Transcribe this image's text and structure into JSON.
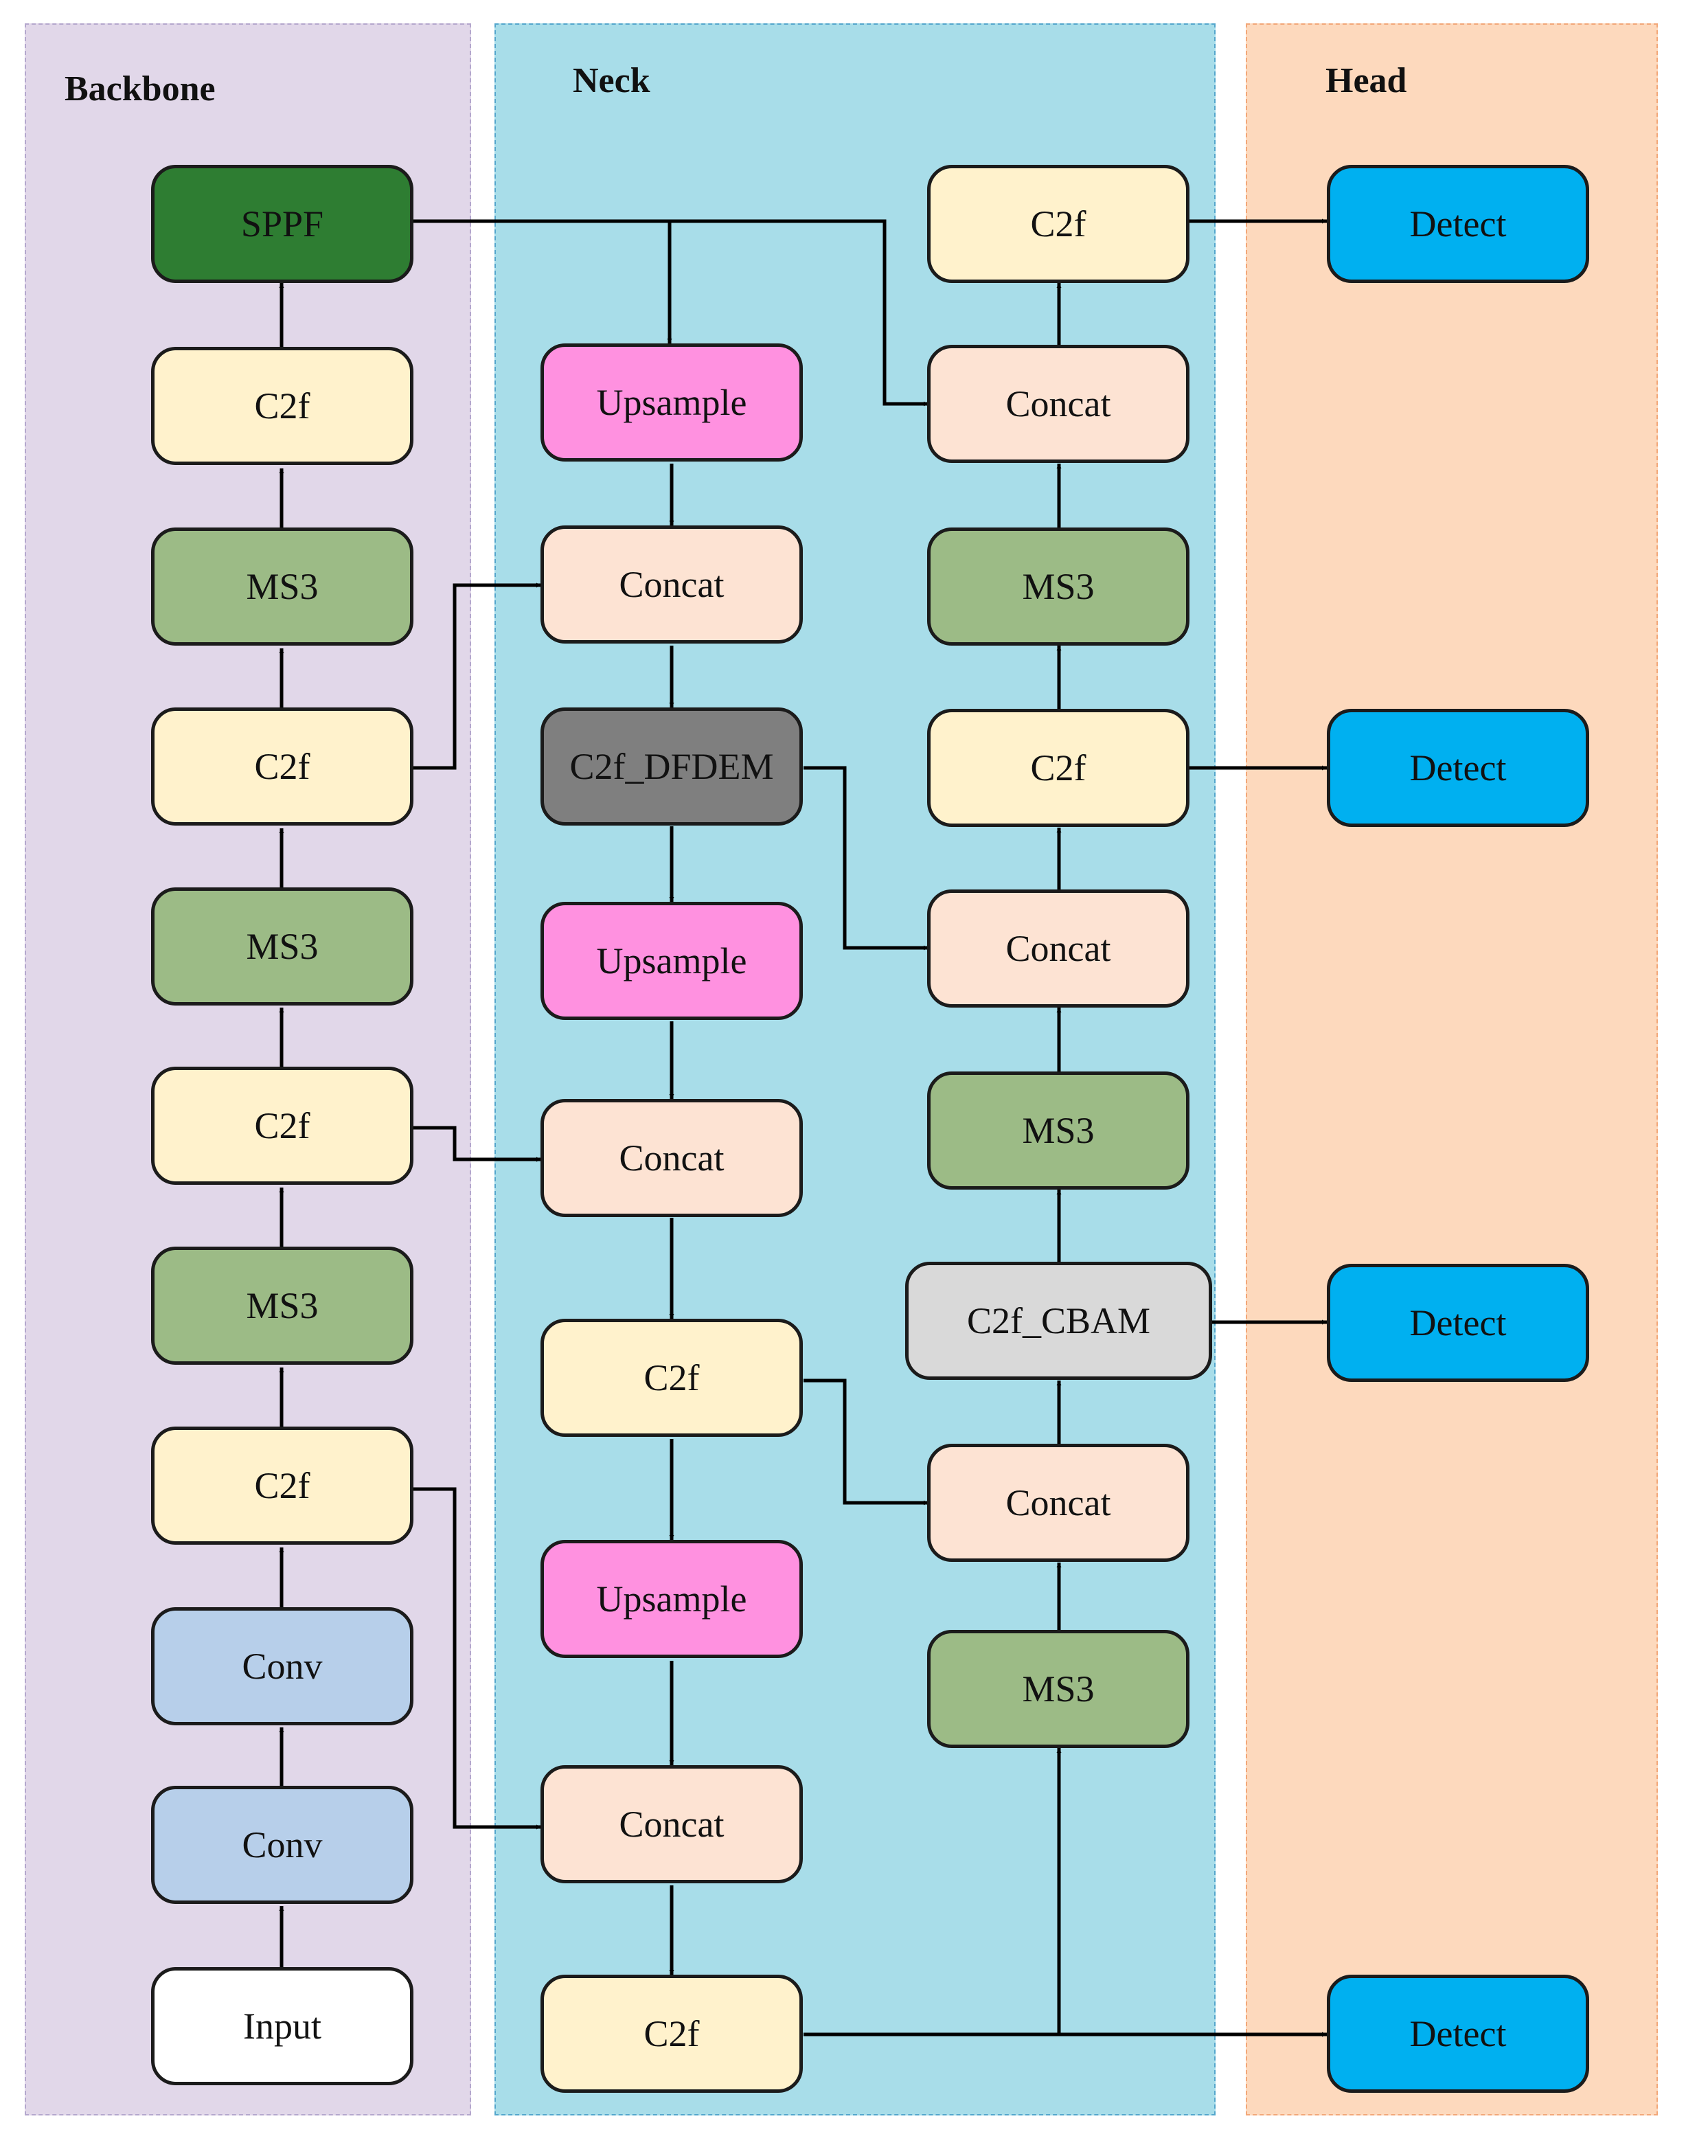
{
  "columns": {
    "backbone": "Backbone",
    "neck": "Neck",
    "head": "Head"
  },
  "nodes": {
    "sppf": {
      "label": "SPPF",
      "fill": "#2e7d32",
      "text_color": "#111111"
    },
    "bb_c2f_4": {
      "label": "C2f",
      "fill": "#fff2cc"
    },
    "bb_ms3_3": {
      "label": "MS3",
      "fill": "#9cbb86"
    },
    "bb_c2f_3": {
      "label": "C2f",
      "fill": "#fff2cc"
    },
    "bb_ms3_2": {
      "label": "MS3",
      "fill": "#9cbb86"
    },
    "bb_c2f_2": {
      "label": "C2f",
      "fill": "#fff2cc"
    },
    "bb_ms3_1": {
      "label": "MS3",
      "fill": "#9cbb86"
    },
    "bb_c2f_1": {
      "label": "C2f",
      "fill": "#fff2cc"
    },
    "bb_conv_2": {
      "label": "Conv",
      "fill": "#b7cfea"
    },
    "bb_conv_1": {
      "label": "Conv",
      "fill": "#b7cfea"
    },
    "input": {
      "label": "Input",
      "fill": "#ffffff"
    },
    "n_up_1": {
      "label": "Upsample",
      "fill": "#ff91e0"
    },
    "n_concat_1": {
      "label": "Concat",
      "fill": "#fde3d3"
    },
    "n_dfdem": {
      "label": "C2f_DFDEM",
      "fill": "#7f7f7f"
    },
    "n_up_2": {
      "label": "Upsample",
      "fill": "#ff91e0"
    },
    "n_concat_2": {
      "label": "Concat",
      "fill": "#fde3d3"
    },
    "n_c2f_1": {
      "label": "C2f",
      "fill": "#fff2cc"
    },
    "n_up_3": {
      "label": "Upsample",
      "fill": "#ff91e0"
    },
    "n_concat_3": {
      "label": "Concat",
      "fill": "#fde3d3"
    },
    "n_c2f_2": {
      "label": "C2f",
      "fill": "#fff2cc"
    },
    "r_c2f_top": {
      "label": "C2f",
      "fill": "#fff2cc"
    },
    "r_concat_1": {
      "label": "Concat",
      "fill": "#fde3d3"
    },
    "r_ms3_3": {
      "label": "MS3",
      "fill": "#9cbb86"
    },
    "r_c2f_mid": {
      "label": "C2f",
      "fill": "#fff2cc"
    },
    "r_concat_2": {
      "label": "Concat",
      "fill": "#fde3d3"
    },
    "r_ms3_2": {
      "label": "MS3",
      "fill": "#9cbb86"
    },
    "r_cbam": {
      "label": "C2f_CBAM",
      "fill": "#d9d9d9"
    },
    "r_concat_3": {
      "label": "Concat",
      "fill": "#fde3d3"
    },
    "r_ms3_1": {
      "label": "MS3",
      "fill": "#9cbb86"
    },
    "det_1": {
      "label": "Detect",
      "fill": "#00b0f0"
    },
    "det_2": {
      "label": "Detect",
      "fill": "#00b0f0"
    },
    "det_3": {
      "label": "Detect",
      "fill": "#00b0f0"
    },
    "det_4": {
      "label": "Detect",
      "fill": "#00b0f0"
    }
  }
}
